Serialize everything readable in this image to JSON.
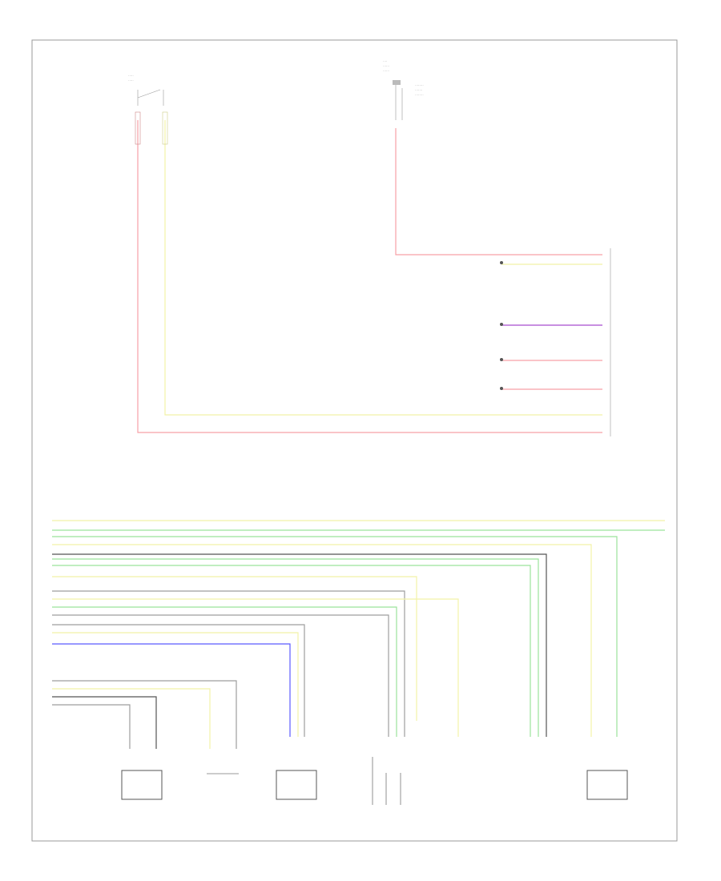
{
  "diagram": {
    "page_ref": "",
    "colors": {
      "red": "#f7a1a6",
      "yellow": "#f2f2a8",
      "green": "#9be39b",
      "violet": "#a64ccf",
      "blue": "#5a5aff",
      "grey": "#9e9e9e",
      "dark": "#555555"
    },
    "components": [
      {
        "id": "sw-top-left",
        "name": ""
      },
      {
        "id": "fuse-top-center",
        "name": ""
      },
      {
        "id": "connector-right",
        "name": ""
      },
      {
        "id": "module-1",
        "name": ""
      },
      {
        "id": "module-2",
        "name": ""
      },
      {
        "id": "module-3",
        "name": ""
      },
      {
        "id": "module-4",
        "name": ""
      },
      {
        "id": "module-5",
        "name": ""
      },
      {
        "id": "module-6",
        "name": ""
      }
    ]
  }
}
